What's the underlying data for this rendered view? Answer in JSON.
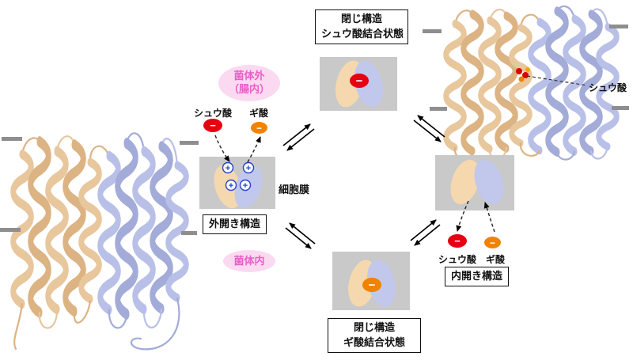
{
  "colors": {
    "oxalate_red": "#e60012",
    "formate_orange": "#f08300",
    "plus_blue": "#2242c8",
    "membrane_gray": "#c9c9c9",
    "membrane_bar_gray": "#8e8e8e",
    "oval_tan": "#f6d8ae",
    "oval_lavender": "#c2c7ec",
    "helix_tan": "#e8c79d",
    "helix_tan_dark": "#dcb383",
    "helix_lavender": "#b9c0e8",
    "helix_lavender_dark": "#a3abd8",
    "compartment_pink_bg": "#fbd9f1",
    "compartment_pink_text": "#e95fc7"
  },
  "compartments": {
    "outside_line1": "菌体外",
    "outside_line2": "（腸内）",
    "inside": "菌体内"
  },
  "membrane_label": "細胞膜",
  "substrates": {
    "oxalate": "シュウ酸",
    "formate": "ギ酸"
  },
  "charges": {
    "minus": "−",
    "plus": "+"
  },
  "states": {
    "closed_oxalate": {
      "line1": "閉じ構造",
      "line2": "シュウ酸結合状態"
    },
    "outward_open": {
      "label": "外開き構造"
    },
    "inward_open": {
      "label": "内開き構造"
    },
    "closed_formate": {
      "line1": "閉じ構造",
      "line2": "ギ酸結合状態"
    }
  },
  "ligand_label": "シュウ酸"
}
